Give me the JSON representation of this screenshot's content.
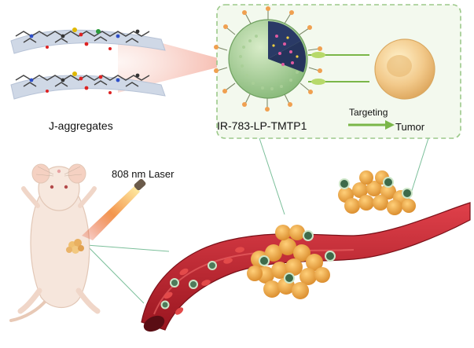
{
  "labels": {
    "j_aggregates": "J-aggregates",
    "nanoparticle": "IR-783-LP-TMTP1",
    "targeting": "Targeting",
    "tumor": "Tumor",
    "laser": "808 nm Laser"
  },
  "colors": {
    "panel_border": "#9cc98a",
    "panel_fill": "#f3f9ee",
    "laser_beam": "#f2b7a8",
    "vessel": "#c8202a",
    "blood_cell": "#e34a4a",
    "tumor_cell": "#f0b04a",
    "liposome": "#8fc08a",
    "arrow": "#7ab648"
  }
}
